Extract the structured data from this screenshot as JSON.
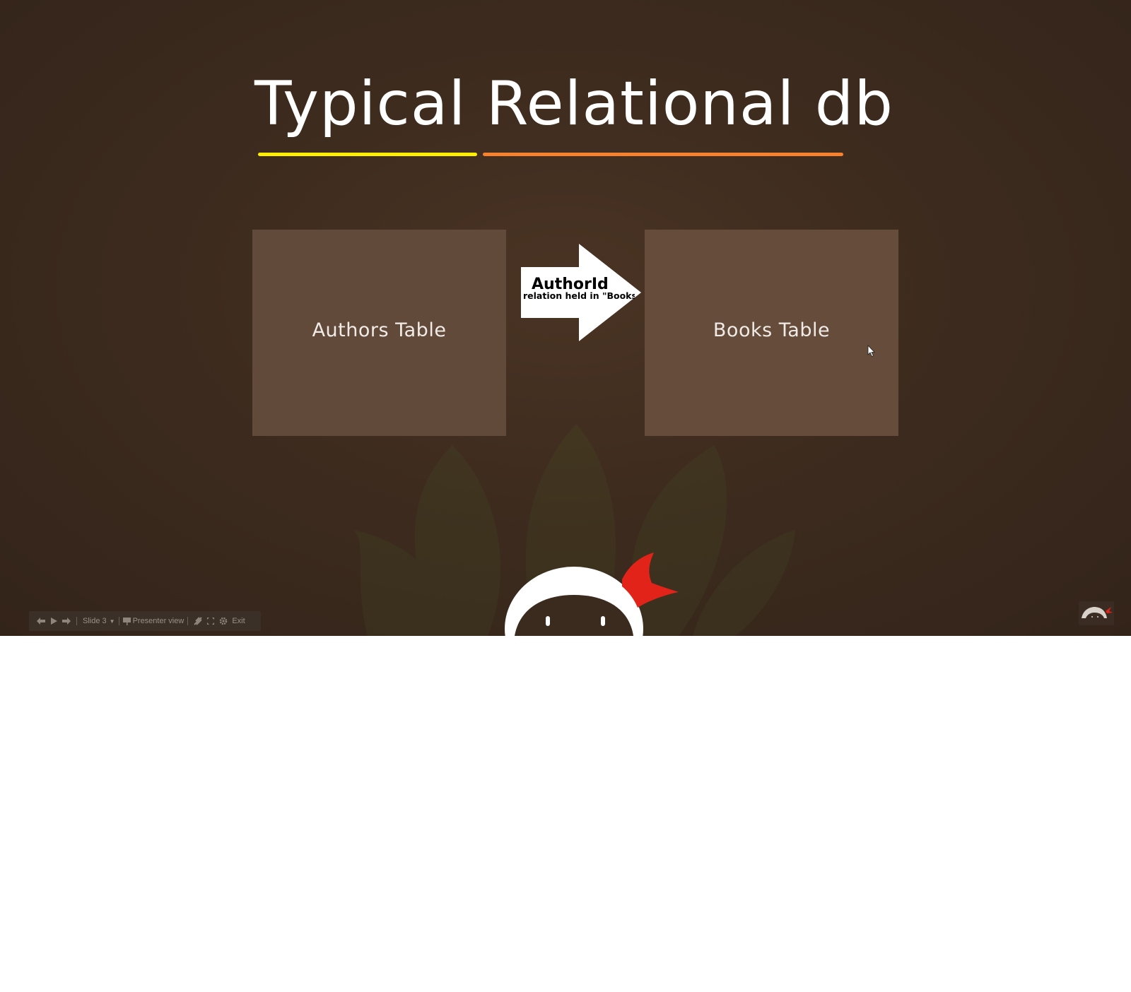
{
  "slide": {
    "title": "Typical Relational db",
    "underline_colors": {
      "left": "#ffee00",
      "right": "#f7812d"
    },
    "left_table": {
      "label": "Authors Table",
      "color": "#624a3a"
    },
    "right_table": {
      "label": "Books Table",
      "color": "#654c3b"
    },
    "arrow": {
      "label": "AuthorId",
      "sublabel": "relation held in \"Books",
      "color": "#ffffff"
    },
    "mascot": {
      "name": "ninja-mascot",
      "accent_color": "#e2231a"
    }
  },
  "toolbar": {
    "prev_icon": "arrow-left-icon",
    "play_icon": "play-icon",
    "next_icon": "arrow-right-icon",
    "slide_label": "Slide 3",
    "presenter_label": "Presenter view",
    "laser_icon": "laser-pointer-icon",
    "fullscreen_icon": "fullscreen-icon",
    "settings_icon": "gear-icon",
    "exit_label": "Exit"
  },
  "corner_logo": {
    "icon": "ninja-logo-icon"
  }
}
